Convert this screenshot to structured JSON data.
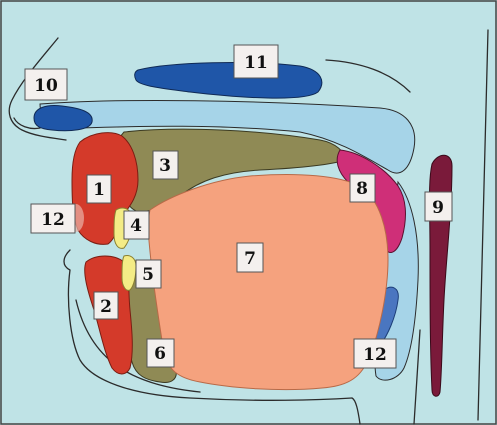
{
  "diagram": {
    "labels": [
      {
        "id": "lbl-1",
        "text": "1"
      },
      {
        "id": "lbl-2",
        "text": "2"
      },
      {
        "id": "lbl-3",
        "text": "3"
      },
      {
        "id": "lbl-4",
        "text": "4"
      },
      {
        "id": "lbl-5",
        "text": "5"
      },
      {
        "id": "lbl-6",
        "text": "6"
      },
      {
        "id": "lbl-7",
        "text": "7"
      },
      {
        "id": "lbl-8",
        "text": "8"
      },
      {
        "id": "lbl-9",
        "text": "9"
      },
      {
        "id": "lbl-10",
        "text": "10"
      },
      {
        "id": "lbl-11",
        "text": "11"
      },
      {
        "id": "lbl-12a",
        "text": "12"
      },
      {
        "id": "lbl-12b",
        "text": "12"
      }
    ],
    "colors": {
      "background": "#bfe3e6",
      "nasal_cavity": "#a6d4e8",
      "nasal_bone": "#1f56a8",
      "upper_lip": "#d43a2a",
      "lower_lip": "#d43a2a",
      "upper_jaw": "#8f8a55",
      "lower_jaw": "#8f8a55",
      "upper_teeth": "#f4ec86",
      "lower_teeth": "#f4ec86",
      "tongue": "#f5a27e",
      "velum": "#cf2f78",
      "spine": "#7a1a3a",
      "pharynx": "#a6d4e8",
      "epiglottis": "#4a76c0",
      "label_box": "#f4f0ee"
    }
  }
}
